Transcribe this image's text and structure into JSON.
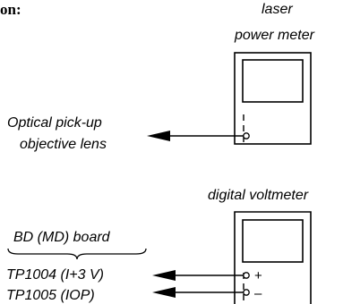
{
  "heading_fragment": "on:",
  "power_meter": {
    "label_line1": "laser",
    "label_line2": "power meter"
  },
  "pickup": {
    "label_line1": "Optical pick-up",
    "label_line2": "objective lens"
  },
  "voltmeter": {
    "label": "digital voltmeter"
  },
  "board": {
    "label": "BD (MD) board",
    "tp1": "TP1004 (I+3 V)",
    "tp2": "TP1005 (IOP)",
    "plus": "+",
    "minus": "–"
  }
}
